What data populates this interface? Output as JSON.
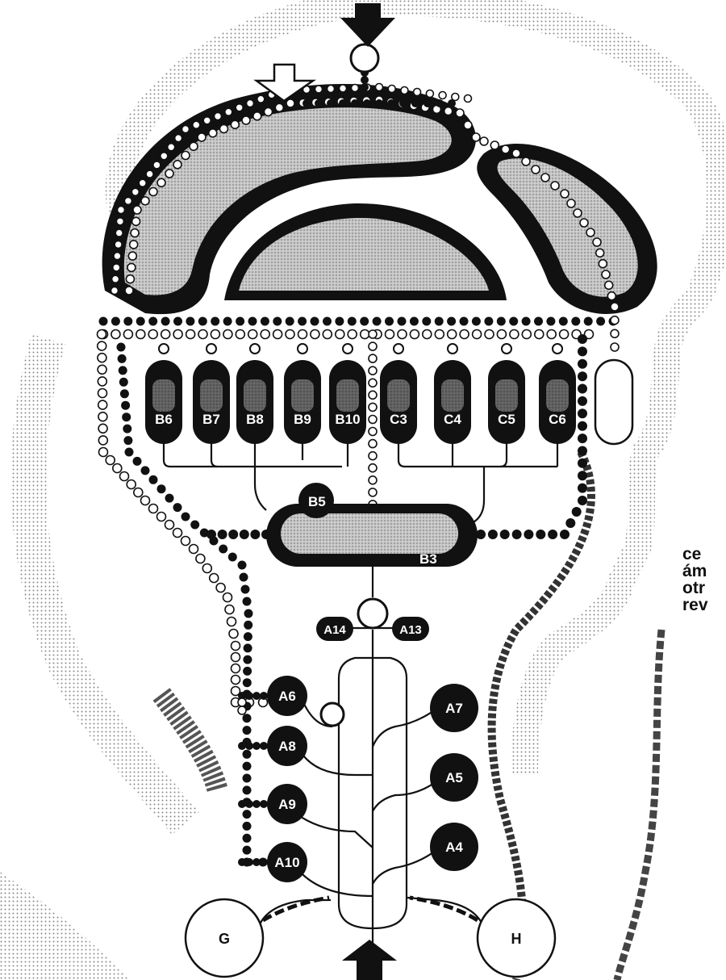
{
  "colors": {
    "ink": "#111111",
    "paper": "#ffffff",
    "stipple": "#9a9a9a",
    "gray_fill": "#bdbdbd"
  },
  "upper_nuclei": [
    {
      "label": "B6"
    },
    {
      "label": "B7"
    },
    {
      "label": "B8"
    },
    {
      "label": "B9"
    },
    {
      "label": "B10"
    },
    {
      "label": "C3"
    },
    {
      "label": "C4"
    },
    {
      "label": "C5"
    },
    {
      "label": "C6"
    }
  ],
  "center_nuclei": {
    "top_label": "B5",
    "main_label": "B3"
  },
  "branch_nuclei": {
    "left_label": "A14",
    "right_label": "A13"
  },
  "left_nuclei": [
    {
      "label": "A6"
    },
    {
      "label": "A8"
    },
    {
      "label": "A9"
    },
    {
      "label": "A10"
    }
  ],
  "right_nuclei": [
    {
      "label": "A7"
    },
    {
      "label": "A5"
    },
    {
      "label": "A4"
    }
  ],
  "ganglia": {
    "left_label": "G",
    "right_label": "H"
  },
  "caption_lines": [
    "ce",
    "ám",
    "otr",
    "rev"
  ],
  "icons": [
    "arrow-down-solid-icon",
    "arrow-down-outline-icon",
    "arrow-up-solid-icon"
  ]
}
